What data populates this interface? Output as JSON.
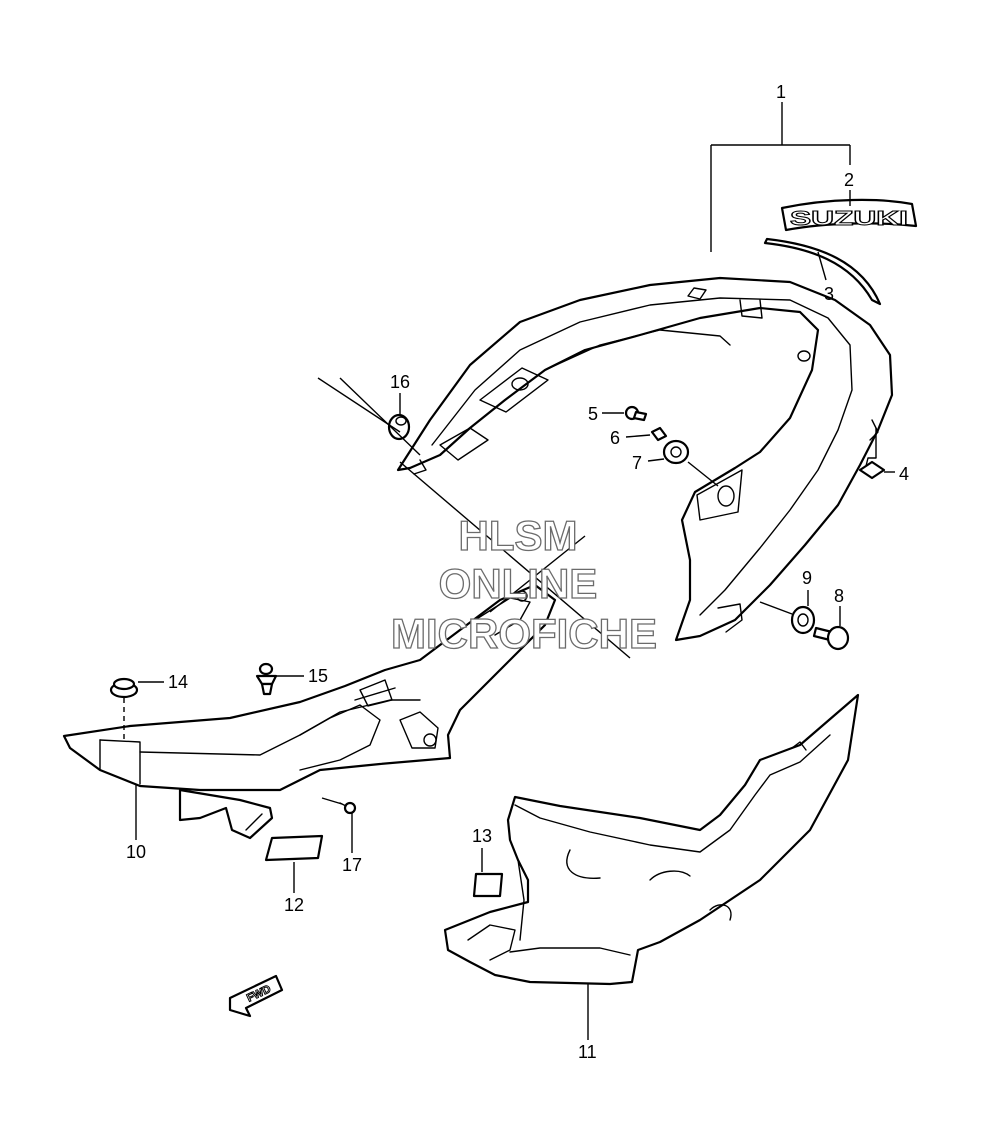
{
  "callouts": {
    "c1": "1",
    "c2": "2",
    "c3": "3",
    "c4": "4",
    "c5": "5",
    "c6": "6",
    "c7": "7",
    "c8": "8",
    "c9": "9",
    "c10": "10",
    "c11": "11",
    "c12": "12",
    "c13": "13",
    "c14": "14",
    "c15": "15",
    "c16": "16",
    "c17": "17"
  },
  "emblem_text": "SUZUKI",
  "watermark": {
    "line1": "HLSM",
    "line2": "ONLINE",
    "line3": "MICROFICHE"
  },
  "fwd_text": "FWD",
  "colors": {
    "line": "#000000",
    "background": "#ffffff",
    "watermark_outline": "#6b6b6b"
  }
}
